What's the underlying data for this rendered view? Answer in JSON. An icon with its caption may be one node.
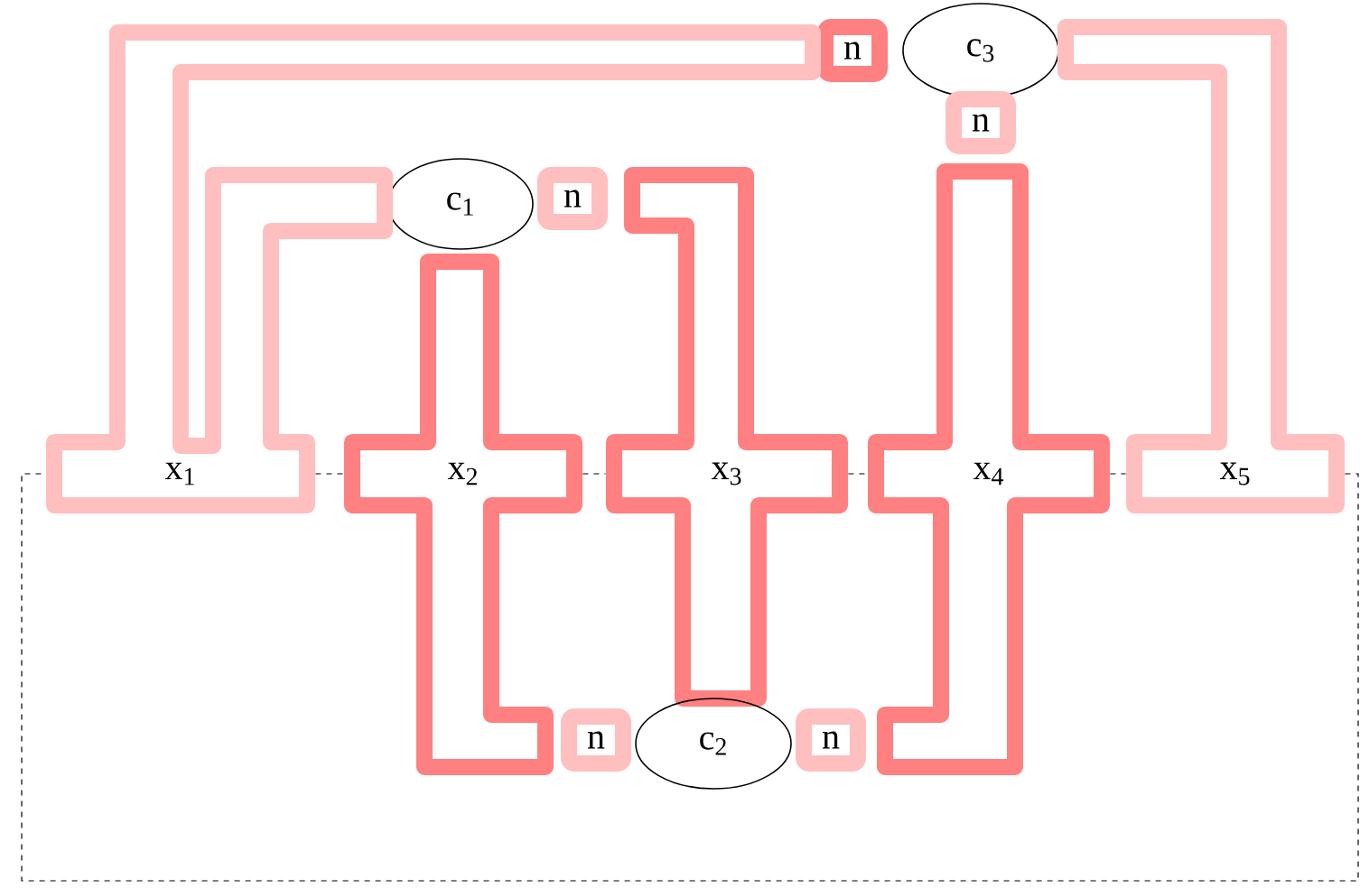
{
  "diagram": {
    "nodes": [
      {
        "text": [
          "n"
        ]
      },
      {
        "text": [
          "c$_{3}$"
        ]
      },
      {
        "text": [
          "n"
        ]
      },
      {
        "text": [
          "c$_{1}$"
        ]
      },
      {
        "text": [
          "n"
        ]
      },
      {
        "text": [
          "x$_{1}$"
        ]
      },
      {
        "text": [
          "x$_{2}$"
        ]
      },
      {
        "text": [
          "x$_{3}$"
        ]
      },
      {
        "text": [
          "x$_{4}$"
        ]
      },
      {
        "text": [
          "x$_{5}$"
        ]
      },
      {
        "text": [
          "n"
        ]
      },
      {
        "text": [
          "c$_{2}$"
        ]
      },
      {
        "text": [
          "n"
        ]
      }
    ],
    "edges": [
      {
        "from": 5,
        "to": 6,
        "arrow": "none",
        "style": "dashed"
      },
      {
        "from": 6,
        "to": 7,
        "arrow": "none",
        "style": "dashed"
      },
      {
        "from": 7,
        "to": 8,
        "arrow": "none",
        "style": "dashed"
      },
      {
        "from": 8,
        "to": 9,
        "arrow": "none",
        "style": "dashed"
      },
      {
        "from": 9,
        "to": 5,
        "arrow": "none",
        "style": "dashed"
      }
    ]
  }
}
